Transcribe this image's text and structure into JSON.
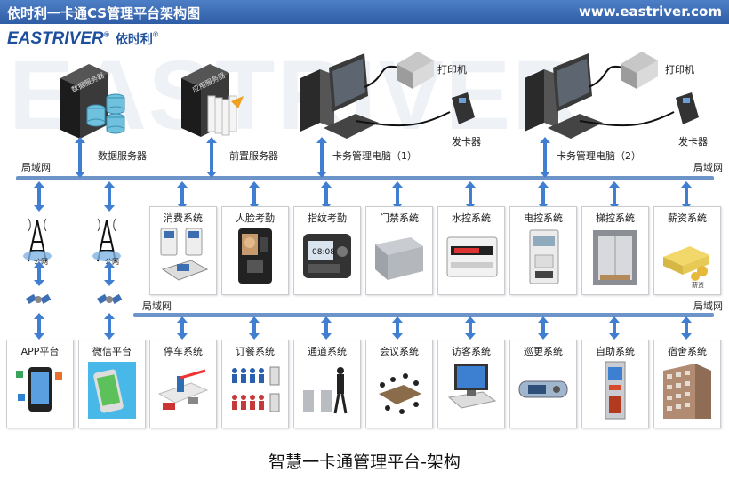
{
  "header": {
    "title": "依时利一卡通CS管理平台架构图",
    "url": "www.eastriver.com"
  },
  "logo": {
    "brand": "EASTRIVER",
    "registered": "®",
    "cn": "依时利",
    "cn_registered": "®"
  },
  "servers": {
    "data_server_label": "数据服务器",
    "data_server_sign": "数据服务器",
    "front_server_label": "前置服务器",
    "front_server_sign": "应用服务器"
  },
  "pcs": {
    "pc1_label": "卡务管理电脑（1）",
    "pc2_label": "卡务管理电脑（2）",
    "printer_label": "打印机",
    "card_issuer_label": "发卡器"
  },
  "network": {
    "lan": "局域网",
    "public_net": "公网"
  },
  "row1": [
    "消费系统",
    "人脸考勤",
    "指纹考勤",
    "门禁系统",
    "水控系统",
    "电控系统",
    "梯控系统",
    "薪资系统"
  ],
  "row2": [
    "APP平台",
    "微信平台",
    "停车系统",
    "订餐系统",
    "通道系统",
    "会议系统",
    "访客系统",
    "巡更系统",
    "自助系统",
    "宿舍系统"
  ],
  "device_text": {
    "clock_time": "08:08",
    "payroll_word": "薪资"
  },
  "caption": "智慧一卡通管理平台-架构",
  "colors": {
    "header": "#3a67b0",
    "bus": "#6d94c8",
    "arrow": "#3f7ed0"
  }
}
